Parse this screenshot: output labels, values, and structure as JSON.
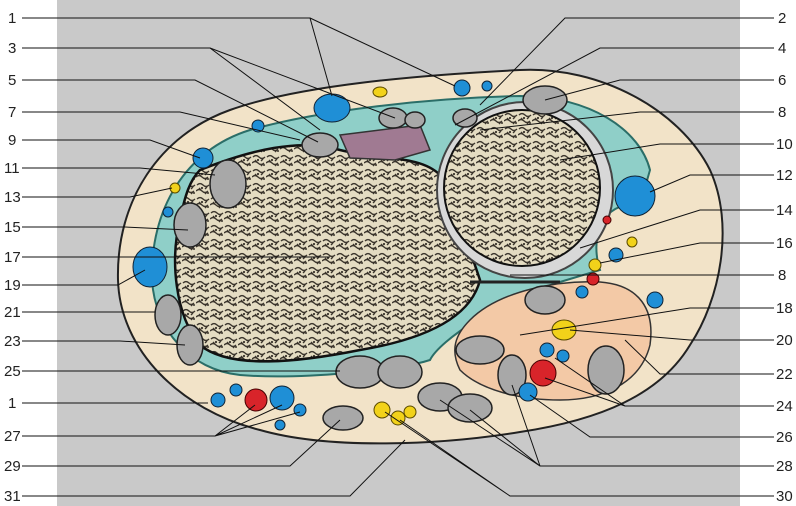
{
  "colors": {
    "background_panel": "#c9c9c9",
    "skin": "#f2e3c8",
    "bone_fill": "#e4dcc2",
    "bone_pattern": "#3a342c",
    "fascia_teal": "#8fcfc8",
    "tendon_grey": "#a8a8a8",
    "vein_blue": "#1f8fd6",
    "artery_red": "#d8242a",
    "nerve_yellow": "#f2d21a",
    "muscle_mauve": "#a07a92",
    "muscle_peach": "#f3c9a6"
  },
  "labels_left": [
    "1",
    "3",
    "5",
    "7",
    "9",
    "11",
    "13",
    "15",
    "17",
    "19",
    "21",
    "23",
    "25",
    "1",
    "27",
    "29",
    "31"
  ],
  "labels_right": [
    "2",
    "4",
    "6",
    "8",
    "10",
    "12",
    "14",
    "16",
    "8",
    "18",
    "20",
    "22",
    "24",
    "26",
    "28",
    "30"
  ]
}
